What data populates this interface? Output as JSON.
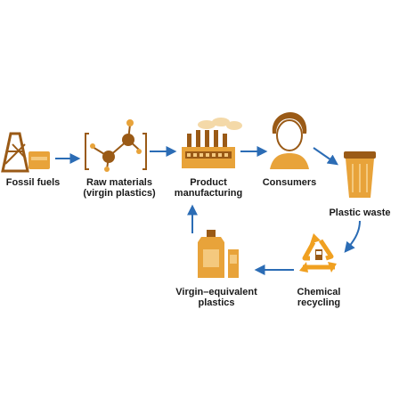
{
  "nodes": {
    "fossil_fuels": "Fossil fuels",
    "raw_materials": "Raw materials",
    "raw_materials_sub": "(virgin plastics)",
    "product": "Product",
    "product_sub": "manufacturing",
    "consumers": "Consumers",
    "plastic_waste": "Plastic waste",
    "virgin_equivalent": "Virgin–equivalent",
    "virgin_equivalent_sub": "plastics",
    "chemical": "Chemical",
    "chemical_sub": "recycling"
  },
  "colors": {
    "icon_orange": "#e8a33a",
    "icon_brown": "#9a5a16",
    "arrow_blue": "#2b6cb5",
    "recycle_orange": "#f0a020"
  }
}
